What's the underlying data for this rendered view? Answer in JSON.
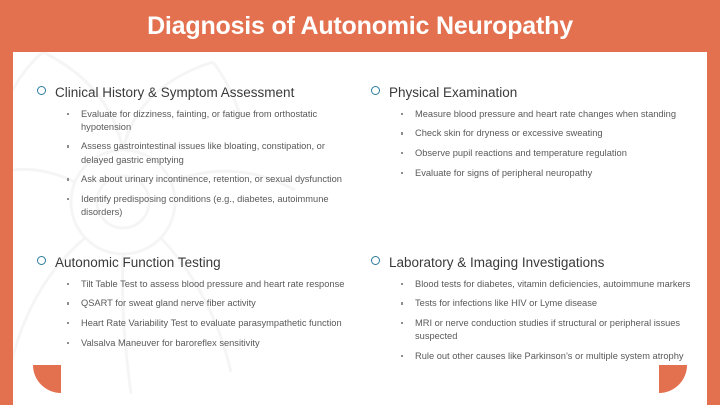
{
  "slide": {
    "title": "Diagnosis of Autonomic Neuropathy",
    "accent_color": "#E3704F",
    "marker_color": "#2B7A9E",
    "heading_color": "#3A3A3A",
    "body_color": "#595959",
    "background_color": "#FFFFFF"
  },
  "decorations": {
    "header_bar": "orange-header-bar",
    "left_strip": "orange-left-strip",
    "right_strip": "orange-right-strip",
    "corner_bottom_left": "quarter-circle-shape",
    "corner_bottom_right": "quarter-circle-shape",
    "watermark": "neuron-watermark"
  },
  "sections": [
    {
      "marker": "ring-bullet-icon",
      "title": "Clinical History & Symptom Assessment",
      "bullets": [
        "Evaluate for dizziness, fainting, or fatigue from orthostatic hypotension",
        "Assess gastrointestinal issues like bloating, constipation, or delayed gastric emptying",
        "Ask about urinary incontinence, retention, or sexual dysfunction",
        "Identify predisposing conditions (e.g., diabetes, autoimmune disorders)"
      ]
    },
    {
      "marker": "ring-bullet-icon",
      "title": "Physical Examination",
      "bullets": [
        "Measure blood pressure and heart rate changes when standing",
        "Check skin for dryness or excessive sweating",
        "Observe pupil reactions and temperature regulation",
        "Evaluate for signs of peripheral neuropathy"
      ]
    },
    {
      "marker": "ring-bullet-icon",
      "title": "Autonomic Function Testing",
      "bullets": [
        "Tilt Table Test to assess blood pressure and heart rate response",
        "QSART for sweat gland nerve fiber activity",
        "Heart Rate Variability Test to evaluate parasympathetic function",
        "Valsalva Maneuver for baroreflex sensitivity"
      ]
    },
    {
      "marker": "ring-bullet-icon",
      "title": "Laboratory & Imaging Investigations",
      "bullets": [
        "Blood tests for diabetes, vitamin deficiencies, autoimmune markers",
        "Tests for infections like HIV or Lyme disease",
        "MRI or nerve conduction studies if structural or peripheral issues suspected",
        "Rule out other causes like Parkinson’s or multiple system atrophy"
      ]
    }
  ]
}
